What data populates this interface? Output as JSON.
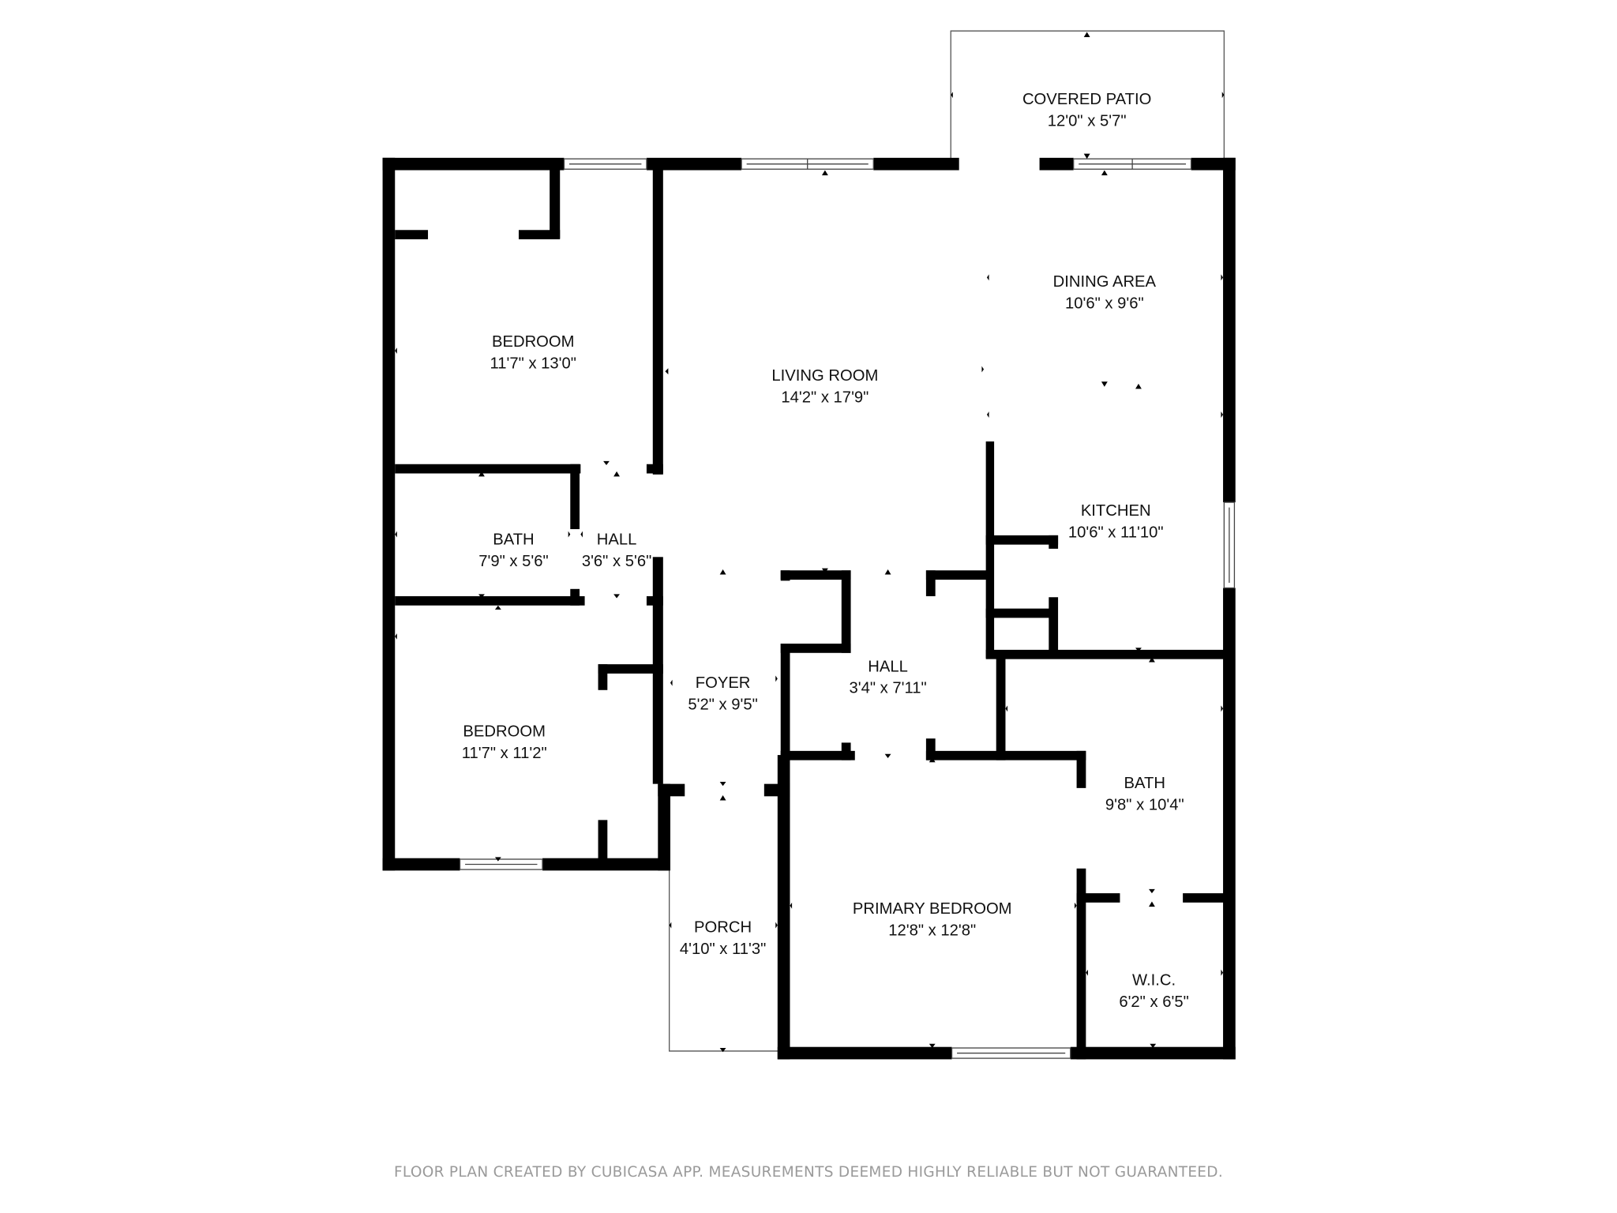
{
  "rooms": [
    {
      "name": "COVERED PATIO",
      "size": "12'0\" x 5'7\""
    },
    {
      "name": "BEDROOM",
      "size": "11'7\" x 13'0\""
    },
    {
      "name": "LIVING ROOM",
      "size": "14'2\" x 17'9\""
    },
    {
      "name": "DINING AREA",
      "size": "10'6\" x 9'6\""
    },
    {
      "name": "BATH",
      "size": "7'9\" x 5'6\""
    },
    {
      "name": "HALL",
      "size": "3'6\" x 5'6\""
    },
    {
      "name": "KITCHEN",
      "size": "10'6\" x 11'10\""
    },
    {
      "name": "FOYER",
      "size": "5'2\" x 9'5\""
    },
    {
      "name": "HALL",
      "size": "3'4\" x 7'11\""
    },
    {
      "name": "BEDROOM",
      "size": "11'7\" x 11'2\""
    },
    {
      "name": "BATH",
      "size": "9'8\" x 10'4\""
    },
    {
      "name": "PORCH",
      "size": "4'10\" x 11'3\""
    },
    {
      "name": "PRIMARY BEDROOM",
      "size": "12'8\" x 12'8\""
    },
    {
      "name": "W.I.C.",
      "size": "6'2\" x 6'5\""
    }
  ],
  "footer": "FLOOR PLAN CREATED BY CUBICASA APP. MEASUREMENTS DEEMED HIGHLY RELIABLE BUT NOT GUARANTEED."
}
